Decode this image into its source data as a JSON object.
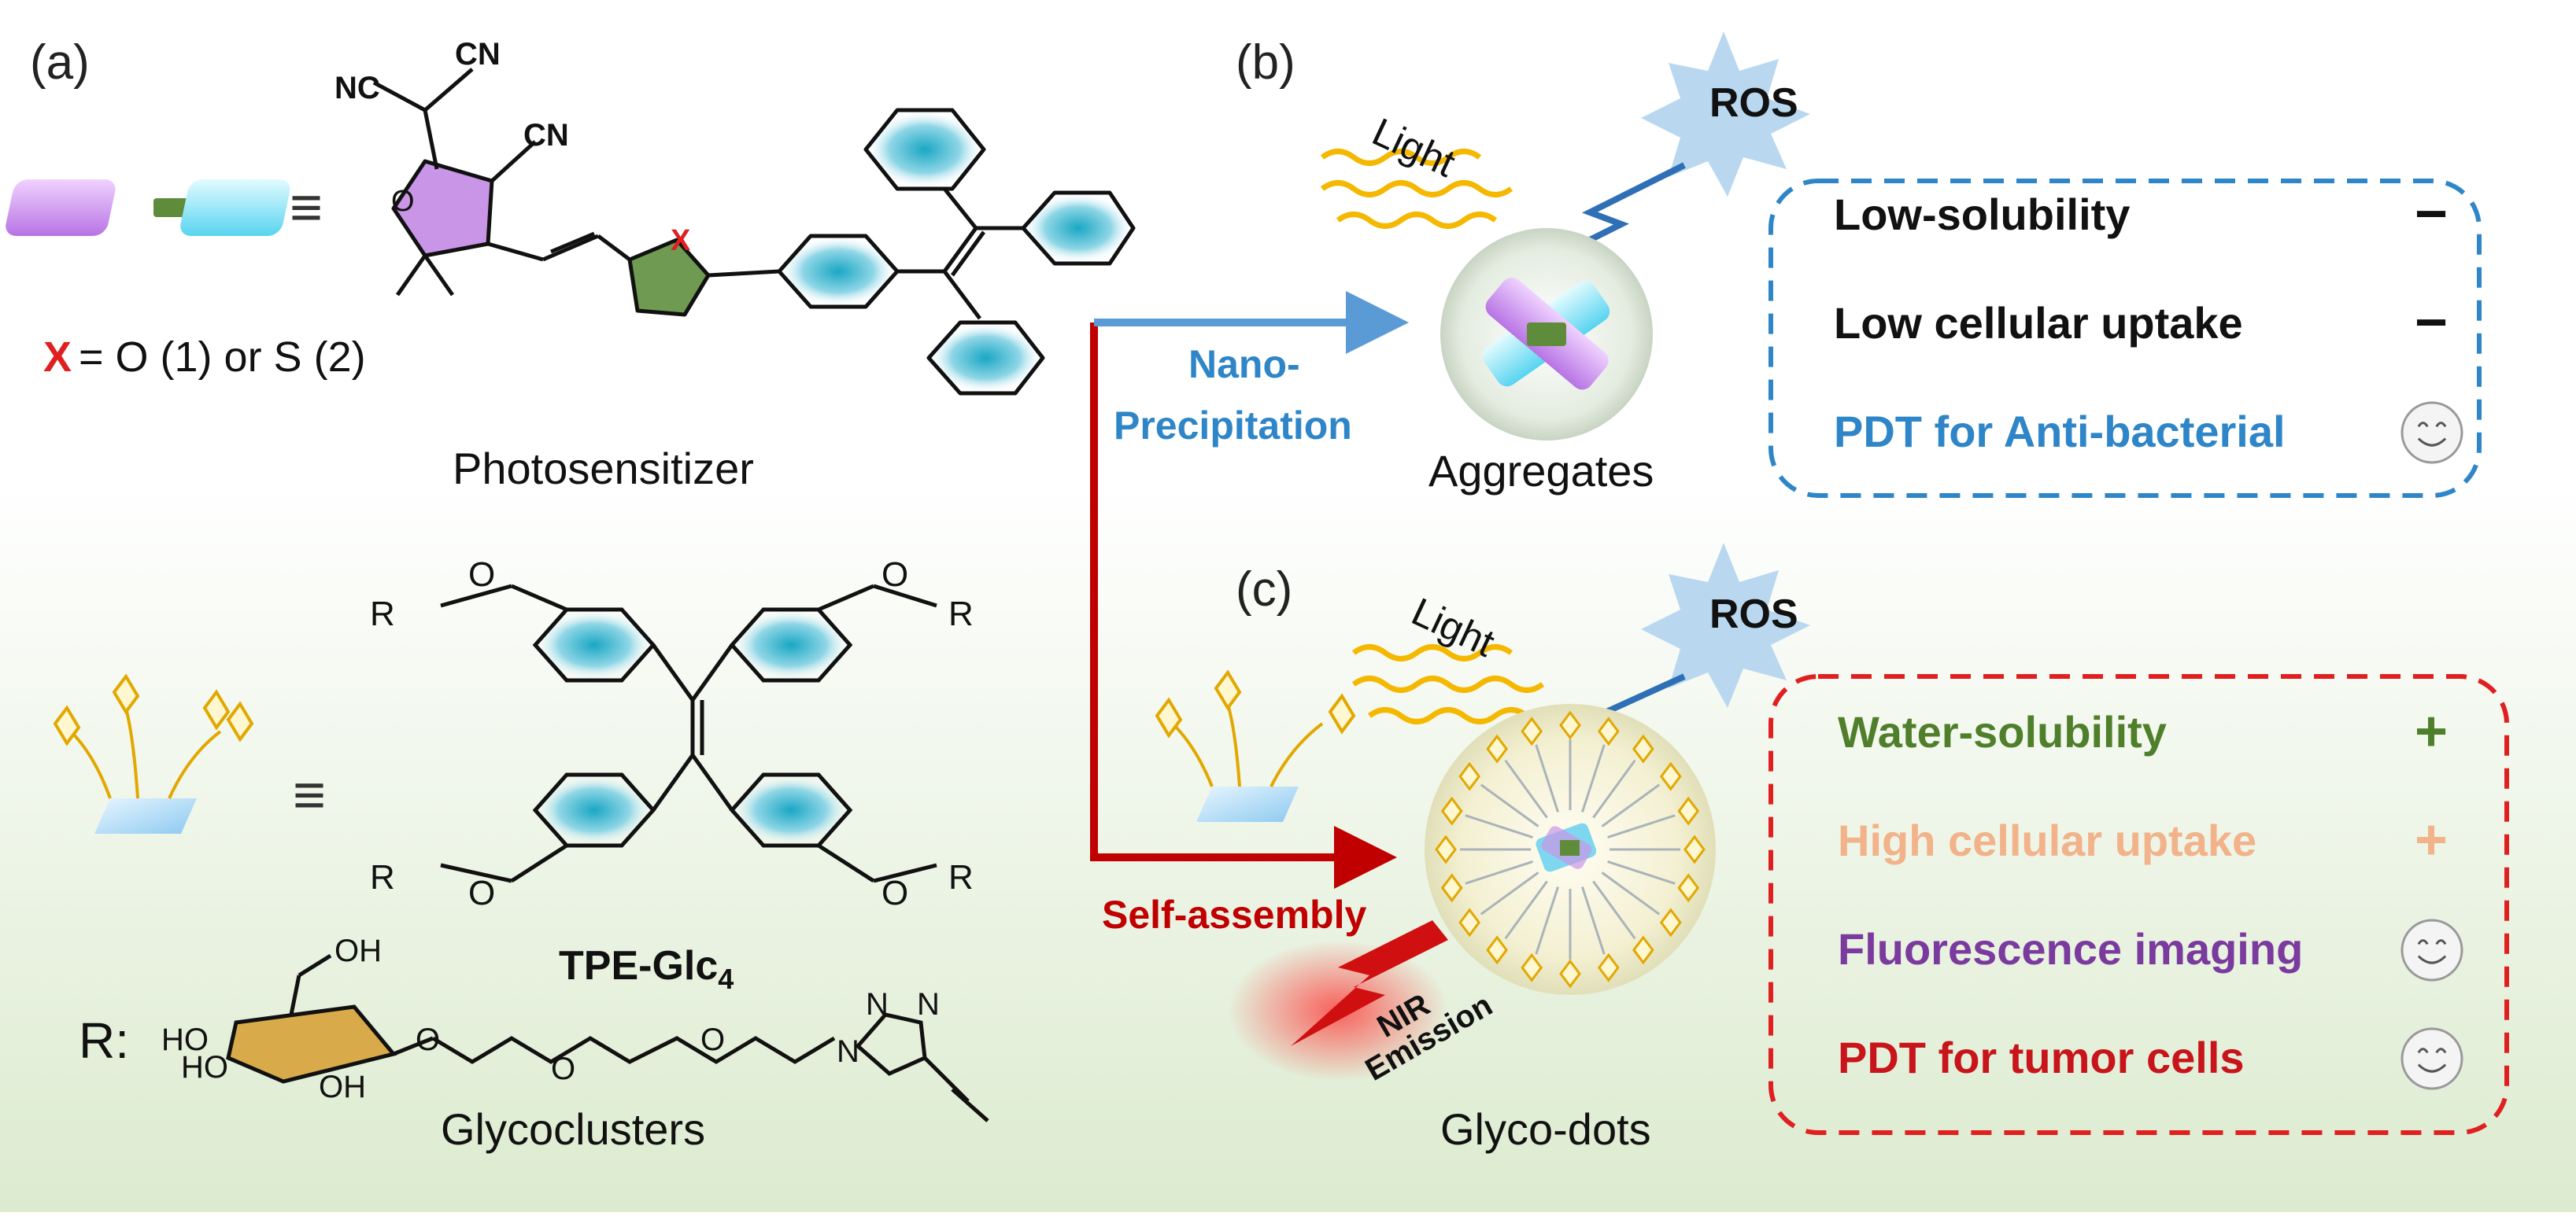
{
  "panels": {
    "a": "(a)",
    "b": "(b)",
    "c": "(c)"
  },
  "photosensitizer": {
    "caption": "Photosensitizer",
    "equiv": "≡",
    "x_variable": "X",
    "x_rest": "= O (1) or S (2)",
    "atom_X": "X",
    "atom_O": "O",
    "group_cn": "CN",
    "group_nc": "NC"
  },
  "tpe": {
    "label_main": "TPE-Glc",
    "label_sub": "4",
    "substituent": "R",
    "oxygen": "O",
    "equiv": "≡"
  },
  "glycoclusters": {
    "caption": "Glycoclusters",
    "r_label": "R:",
    "oh": "OH",
    "ho": "HO",
    "o": "O",
    "n": "N"
  },
  "arrows": {
    "nano_line1": "Nano-",
    "nano_line2": "Precipitation",
    "self_assembly": "Self-assembly"
  },
  "aggregates": {
    "caption": "Aggregates",
    "light": "Light",
    "ros": "ROS"
  },
  "glycodots": {
    "caption": "Glyco-dots",
    "light": "Light",
    "ros": "ROS",
    "nir_line1": "NIR",
    "nir_line2": "Emission"
  },
  "box_b": {
    "items": [
      {
        "text": "Low-solubility",
        "mark": "−",
        "color": "#111111"
      },
      {
        "text": "Low cellular uptake",
        "mark": "−",
        "color": "#111111"
      },
      {
        "text": "PDT for Anti-bacterial",
        "mark": "smiley",
        "color": "#2e86c8"
      }
    ]
  },
  "box_c": {
    "items": [
      {
        "text": "Water-solubility",
        "mark": "+",
        "color": "#4f7f2a"
      },
      {
        "text": "High cellular uptake",
        "mark": "+",
        "color": "#f2b28a"
      },
      {
        "text": "Fluorescence imaging",
        "mark": "smiley",
        "color": "#7a3a9e"
      },
      {
        "text": "PDT for tumor cells",
        "mark": "smiley",
        "color": "#c8151b"
      }
    ]
  },
  "colors": {
    "blue_arrow": "#5b9bd5",
    "red_arrow": "#c00000",
    "box_b_border": "#2e86c8",
    "box_c_border": "#e02020",
    "nano_text": "#2e86c8",
    "self_text": "#c00000"
  }
}
